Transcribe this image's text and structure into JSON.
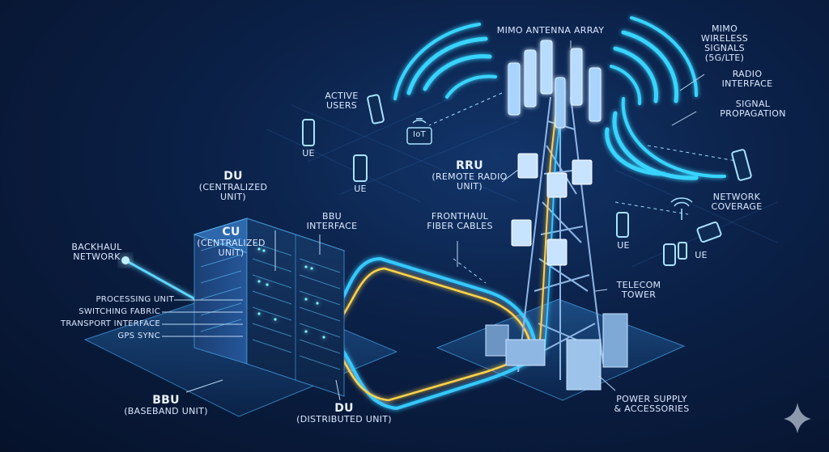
{
  "labels": {
    "mimo_antenna": "MIMO ANTENNA ARRAY",
    "mimo_signals": [
      "MIMO",
      "WIRELESS",
      "SIGNALS",
      "(5G/LTE)"
    ],
    "radio_interface": [
      "RADIO",
      "INTERFACE"
    ],
    "signal_propagation": [
      "SIGNAL",
      "PROPAGATION"
    ],
    "active_users": [
      "ACTIVE",
      "USERS"
    ],
    "iot": "IoT",
    "ue": "UE",
    "rru_title": "RRU",
    "rru_sub": [
      "(REMOTE RADIO",
      "UNIT)"
    ],
    "network_coverage": [
      "NETWORK",
      "COVERAGE"
    ],
    "fronthaul": [
      "FRONTHAUL",
      "FIBER CABLES"
    ],
    "du_top_title": "DU",
    "du_top_sub": [
      "(CENTRALIZED",
      "UNIT)"
    ],
    "cu_title": "CU",
    "cu_sub": [
      "(CENTRALIZED",
      "UNIT)"
    ],
    "bbu_interface": [
      "BBU",
      "INTERFACE"
    ],
    "backhaul": [
      "BACKHAUL",
      "NETWORK"
    ],
    "processing_unit": "PROCESSING UNIT",
    "switching_fabric": "SWITCHING FABRIC",
    "transport_interface": "TRANSPORT INTERFACE",
    "gps_sync": "GPS SYNC",
    "telecom_tower": [
      "TELECOM",
      "TOWER"
    ],
    "bbu_title": "BBU",
    "bbu_sub": "(BASEBAND UNIT)",
    "du_bottom_title": "DU",
    "du_bottom_sub": "(DISTRIBUTED UNIT)",
    "power_supply": [
      "POWER SUPPLY",
      "& ACCESSORIES"
    ]
  },
  "colors": {
    "accent": "#36c9ff",
    "fiber_yellow": "#ffd34a",
    "background": "#0b2148"
  }
}
